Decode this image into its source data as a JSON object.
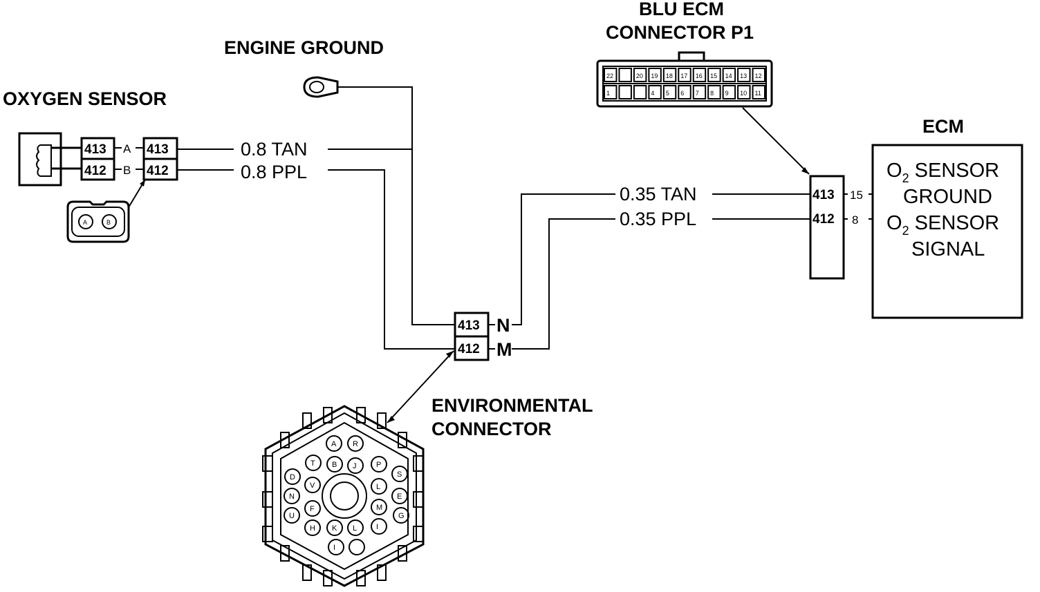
{
  "labels": {
    "oxygen_sensor": "OXYGEN SENSOR",
    "engine_ground": "ENGINE GROUND",
    "blu_ecm_line1": "BLU ECM",
    "blu_ecm_line2": "CONNECTOR P1",
    "ecm": "ECM",
    "env_line1": "ENVIRONMENTAL",
    "env_line2": "CONNECTOR"
  },
  "sensor_connector": {
    "circuits": [
      "413",
      "412"
    ],
    "pins": [
      "A",
      "B"
    ],
    "plug_pins": [
      "A",
      "B"
    ]
  },
  "sensor_wires": [
    "0.8 TAN",
    "0.8 PPL"
  ],
  "env_connector": {
    "circuits": [
      "413",
      "412"
    ],
    "pins": [
      "N",
      "M"
    ],
    "cavities": [
      "A",
      "R",
      "T",
      "B",
      "J",
      "P",
      "S",
      "D",
      "V",
      "L",
      "N",
      "E",
      "U",
      "F",
      "M",
      "G",
      "H",
      "K",
      "L",
      "I",
      "I"
    ]
  },
  "ecm_wires": [
    "0.35 TAN",
    "0.35 PPL"
  ],
  "ecm_connector": {
    "circuits": [
      "413",
      "412"
    ],
    "pins": [
      "15",
      "8"
    ],
    "top_row": [
      "22",
      "",
      "20",
      "19",
      "18",
      "17",
      "16",
      "15",
      "14",
      "13",
      "12"
    ],
    "bottom_row": [
      "1",
      "",
      "",
      "4",
      "5",
      "6",
      "7",
      "8",
      "9",
      "10",
      "11"
    ]
  },
  "ecm_box": {
    "line1_main": "O",
    "line1_sub": "2",
    "line1_rest": " SENSOR",
    "line2": "GROUND",
    "line3_main": "O",
    "line3_sub": "2",
    "line3_rest": " SENSOR",
    "line4": "SIGNAL"
  }
}
